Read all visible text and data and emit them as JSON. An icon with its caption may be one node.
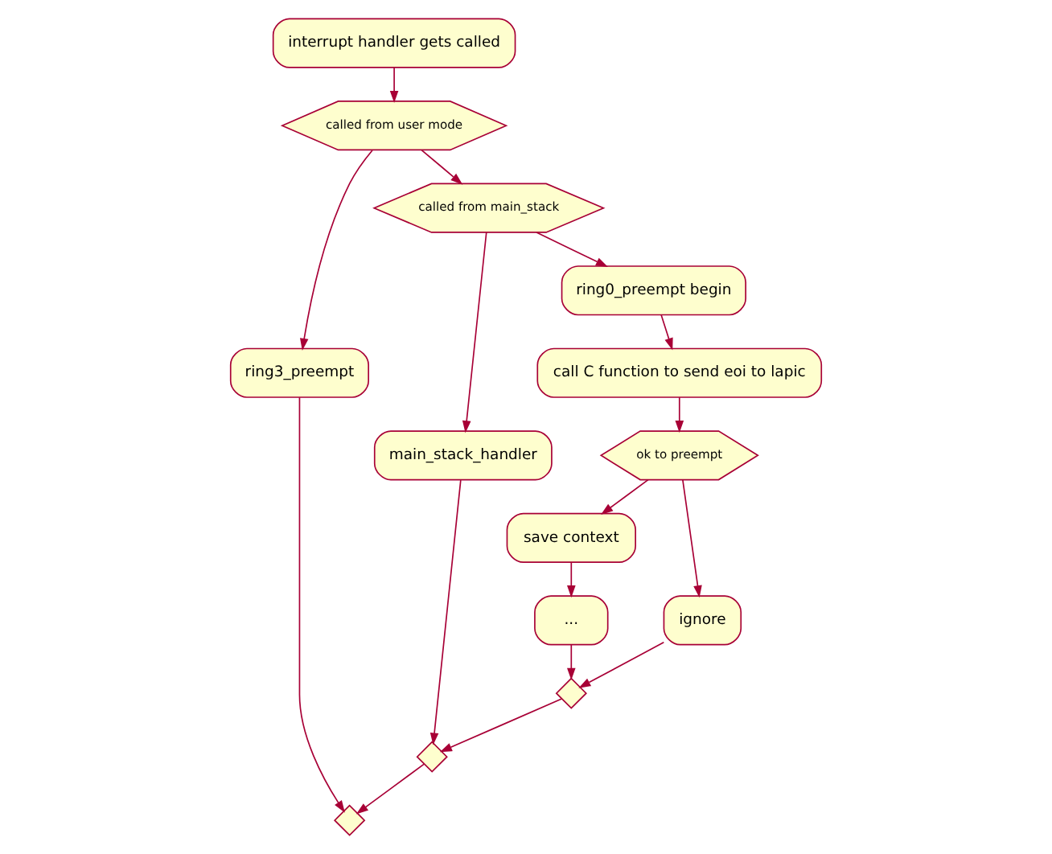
{
  "diagram": {
    "nodes": [
      {
        "text": [
          "interrupt handler gets called"
        ]
      },
      {
        "text": [
          "called from user mode"
        ]
      },
      {
        "text": [
          "ring3_preempt"
        ]
      },
      {
        "text": [
          "called from main_stack"
        ]
      },
      {
        "text": [
          "main_stack_handler"
        ]
      },
      {
        "text": [
          "ring0_preempt begin"
        ]
      },
      {
        "text": [
          "call C function to send eoi to lapic"
        ]
      },
      {
        "text": [
          "ok to preempt"
        ]
      },
      {
        "text": [
          "save context"
        ]
      },
      {
        "text": [
          "..."
        ]
      },
      {
        "text": [
          "ignore"
        ]
      },
      {
        "text": [],
        "shape": "diamond"
      },
      {
        "text": [],
        "shape": "diamond"
      },
      {
        "text": [],
        "shape": "diamond"
      }
    ],
    "edges": [
      {
        "from": 0,
        "to": 1,
        "arrow": "to"
      },
      {
        "from": 1,
        "to": 2,
        "arrow": "to"
      },
      {
        "from": 1,
        "to": 3,
        "arrow": "to"
      },
      {
        "from": 3,
        "to": 4,
        "arrow": "to"
      },
      {
        "from": 3,
        "to": 5,
        "arrow": "to"
      },
      {
        "from": 5,
        "to": 6,
        "arrow": "to"
      },
      {
        "from": 6,
        "to": 7,
        "arrow": "to"
      },
      {
        "from": 7,
        "to": 8,
        "arrow": "to"
      },
      {
        "from": 8,
        "to": 9,
        "arrow": "to"
      },
      {
        "from": 7,
        "to": 10,
        "arrow": "to"
      },
      {
        "from": 9,
        "to": 11,
        "arrow": "to"
      },
      {
        "from": 10,
        "to": 11,
        "arrow": "to"
      },
      {
        "from": 4,
        "to": 12,
        "arrow": "to"
      },
      {
        "from": 11,
        "to": 12,
        "arrow": "to"
      },
      {
        "from": 2,
        "to": 13,
        "arrow": "to"
      },
      {
        "from": 12,
        "to": 13,
        "arrow": "to"
      }
    ]
  }
}
